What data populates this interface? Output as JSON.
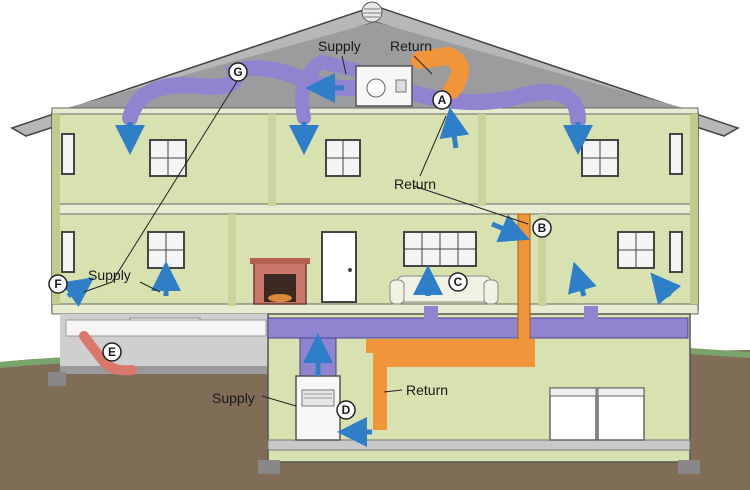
{
  "labels": {
    "supply_attic": "Supply",
    "return_attic": "Return",
    "return_mid": "Return",
    "supply_second": "Supply",
    "return_basement": "Return",
    "supply_basement": "Supply"
  },
  "tags": {
    "a": "A",
    "b": "B",
    "c": "C",
    "d": "D",
    "e": "E",
    "f": "F",
    "g": "G"
  },
  "colors": {
    "sky": "#ffffff",
    "wall": "#d8e2b0",
    "attic": "#9a9c9e",
    "roof": "#b5b7b8",
    "supply_duct": "#8f84cf",
    "return_duct": "#f0953a",
    "air_arrow": "#2f7fc8",
    "ground": "#7f6d58",
    "grass": "#7aa56a"
  }
}
